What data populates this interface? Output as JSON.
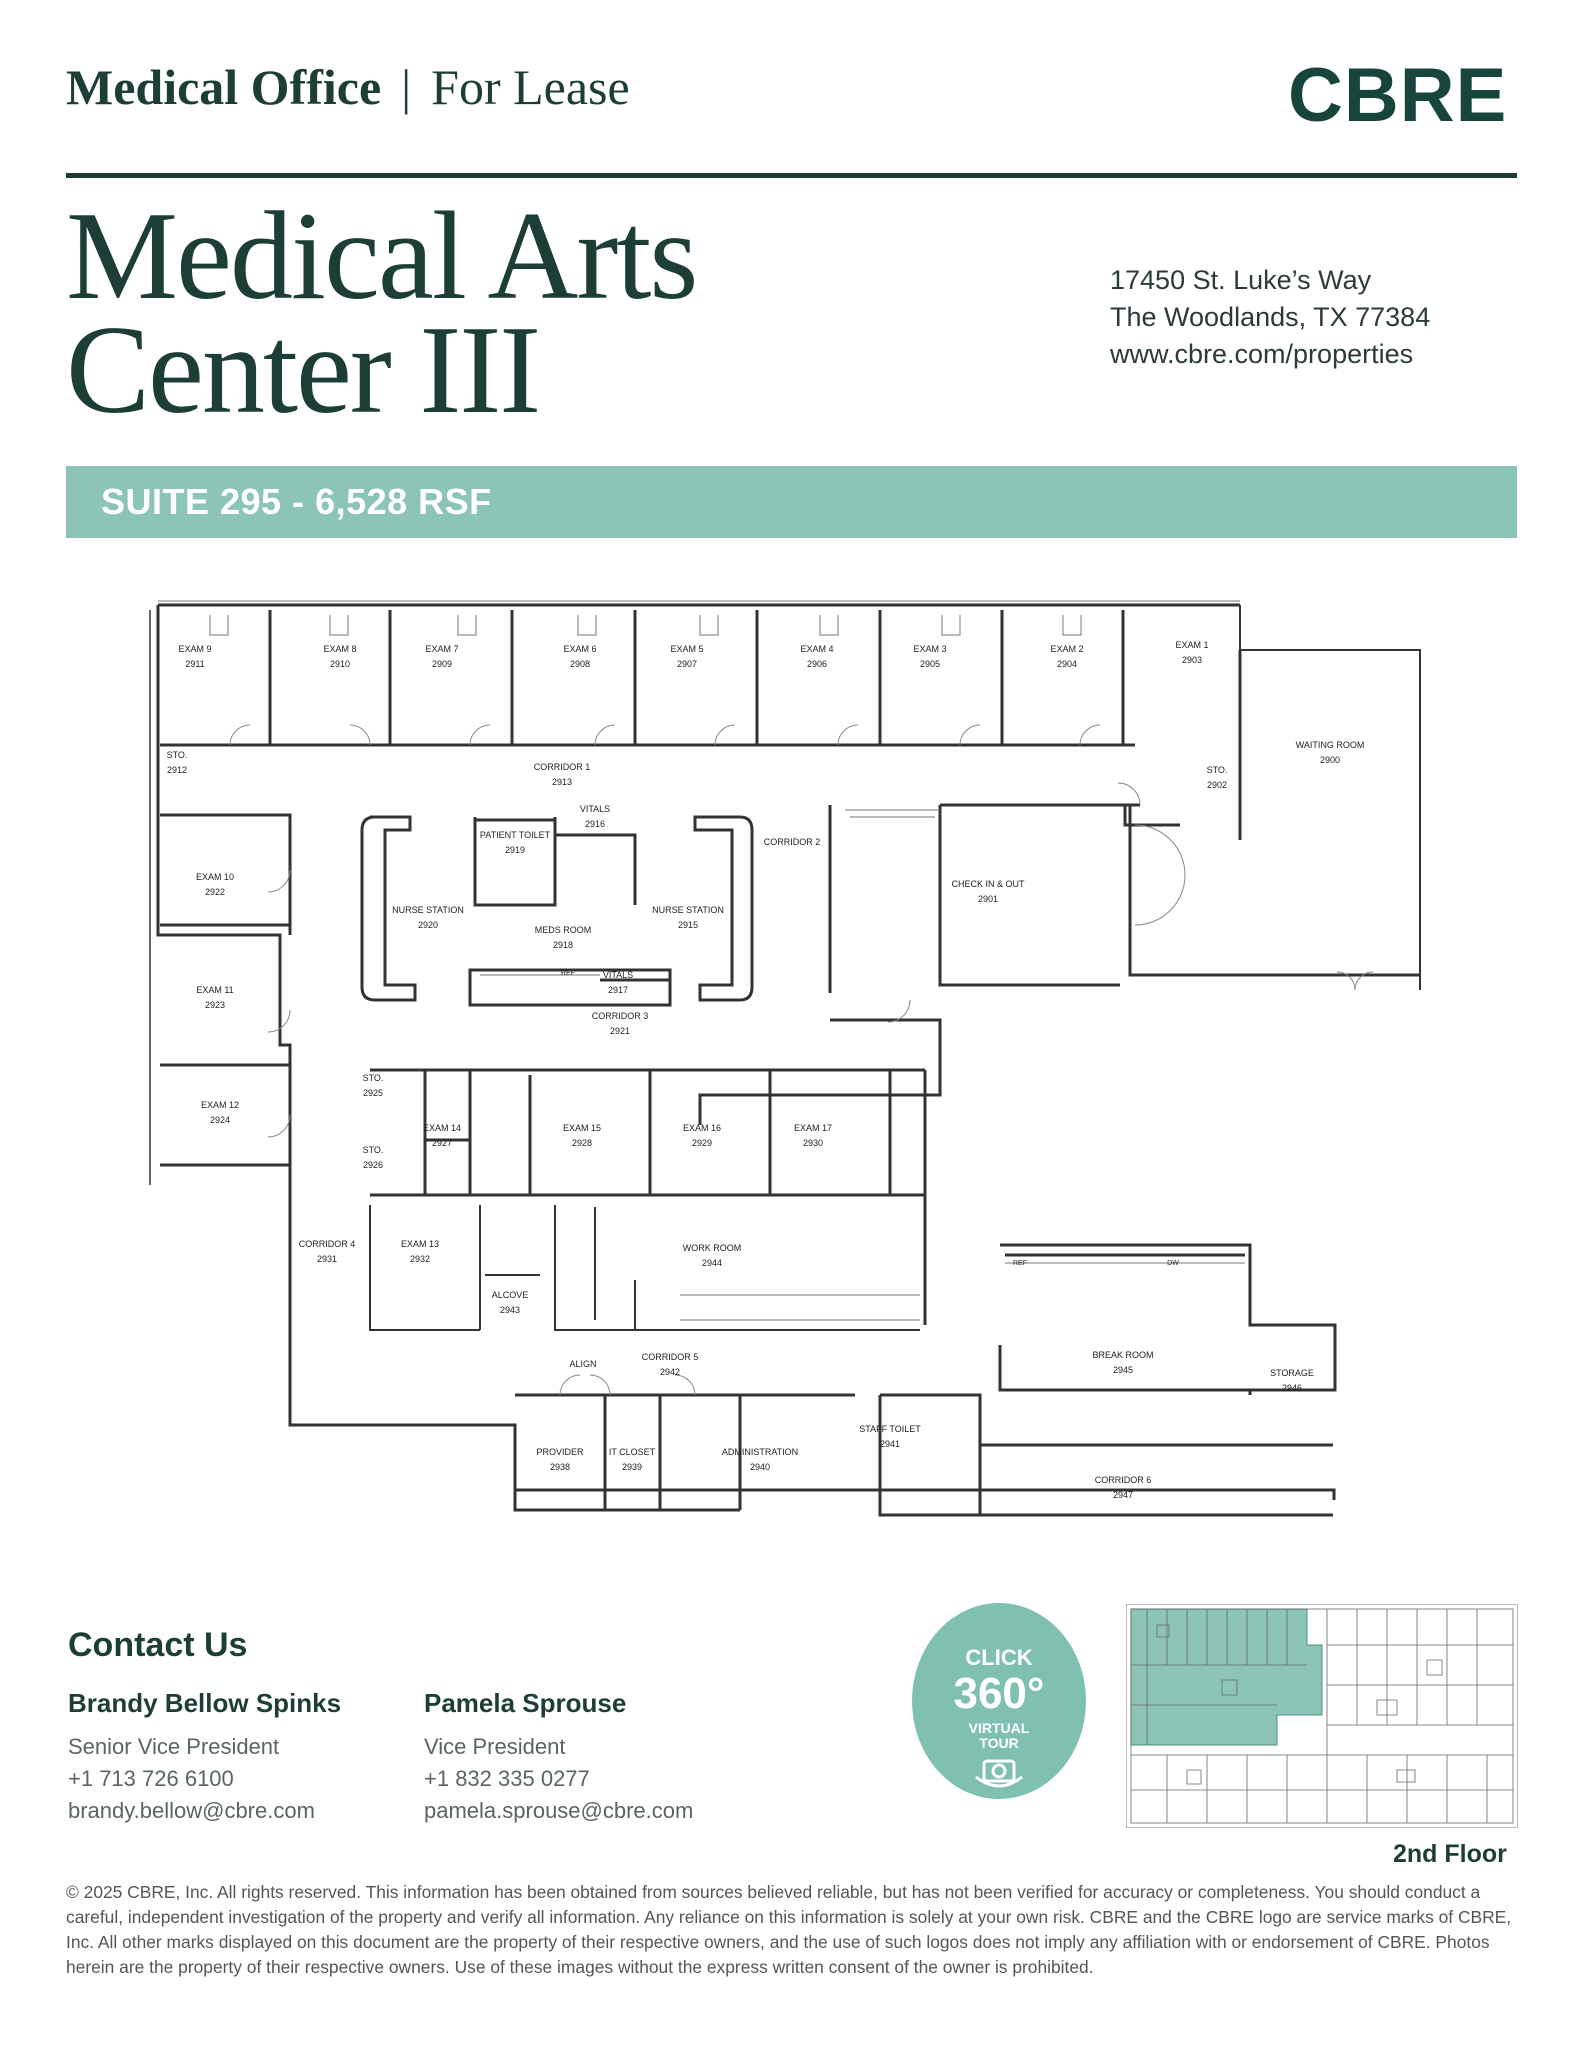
{
  "header": {
    "category": "Medical Office",
    "separator": "|",
    "status": "For Lease",
    "logo": "CBRE"
  },
  "title": {
    "line1": "Medical Arts",
    "line2": "Center III"
  },
  "address": {
    "street": "17450 St. Luke’s Way",
    "city": "The Woodlands, TX 77384",
    "web": "www.cbre.com/properties"
  },
  "suite_band": "SUITE 295 - 6,528 RSF",
  "floorplan": {
    "rooms": [
      {
        "name": "EXAM 9",
        "num": "2911"
      },
      {
        "name": "EXAM 8",
        "num": "2910"
      },
      {
        "name": "EXAM 7",
        "num": "2909"
      },
      {
        "name": "EXAM 6",
        "num": "2908"
      },
      {
        "name": "EXAM 5",
        "num": "2907"
      },
      {
        "name": "EXAM 4",
        "num": "2906"
      },
      {
        "name": "EXAM 3",
        "num": "2905"
      },
      {
        "name": "EXAM 2",
        "num": "2904"
      },
      {
        "name": "EXAM 1",
        "num": "2903"
      },
      {
        "name": "WAITING ROOM",
        "num": "2900"
      },
      {
        "name": "STO.",
        "num": "2912"
      },
      {
        "name": "CORRIDOR 1",
        "num": "2913"
      },
      {
        "name": "STO.",
        "num": "2902"
      },
      {
        "name": "VITALS",
        "num": "2916"
      },
      {
        "name": "PATIENT TOILET",
        "num": "2919"
      },
      {
        "name": "CORRIDOR 2",
        "num": ""
      },
      {
        "name": "EXAM 10",
        "num": "2922"
      },
      {
        "name": "CHECK IN & OUT",
        "num": "2901"
      },
      {
        "name": "NURSE STATION",
        "num": "2920"
      },
      {
        "name": "NURSE STATION",
        "num": "2915"
      },
      {
        "name": "MEDS ROOM",
        "num": "2918"
      },
      {
        "name": "VITALS",
        "num": "2917"
      },
      {
        "name": "EXAM 11",
        "num": "2923"
      },
      {
        "name": "CORRIDOR 3",
        "num": "2921"
      },
      {
        "name": "STO.",
        "num": "2925"
      },
      {
        "name": "EXAM 12",
        "num": "2924"
      },
      {
        "name": "EXAM 14",
        "num": "2927"
      },
      {
        "name": "EXAM 15",
        "num": "2928"
      },
      {
        "name": "EXAM 16",
        "num": "2929"
      },
      {
        "name": "EXAM 17",
        "num": "2930"
      },
      {
        "name": "STO.",
        "num": "2926"
      },
      {
        "name": "CORRIDOR 4",
        "num": "2931"
      },
      {
        "name": "EXAM 13",
        "num": "2932"
      },
      {
        "name": "WORK ROOM",
        "num": "2944"
      },
      {
        "name": "ALCOVE",
        "num": "2943"
      },
      {
        "name": "BREAK ROOM",
        "num": "2945"
      },
      {
        "name": "STORAGE",
        "num": "2946"
      },
      {
        "name": "CORRIDOR 5",
        "num": "2942"
      },
      {
        "name": "STAFF TOILET",
        "num": "2941"
      },
      {
        "name": "PROVIDER",
        "num": "2938"
      },
      {
        "name": "IT CLOSET",
        "num": "2939"
      },
      {
        "name": "ADMINISTRATION",
        "num": "2940"
      },
      {
        "name": "CORRIDOR 6",
        "num": "2947"
      }
    ],
    "notes": {
      "align": "ALIGN",
      "ref": "REF",
      "dw": "DW"
    }
  },
  "contact": {
    "heading": "Contact Us",
    "people": [
      {
        "name": "Brandy Bellow Spinks",
        "title": "Senior Vice President",
        "phone": "+1 713 726 6100",
        "email": "brandy.bellow@cbre.com"
      },
      {
        "name": "Pamela Sprouse",
        "title": "Vice President",
        "phone": "+1 832 335 0277",
        "email": "pamela.sprouse@cbre.com"
      }
    ]
  },
  "tour_badge": {
    "line1": "CLICK",
    "line2": "360°",
    "line3": "VIRTUAL",
    "line4": "TOUR",
    "icon": "camera-360-icon"
  },
  "keyplan": {
    "label": "2nd  Floor",
    "highlight_color": "#8cc5b7"
  },
  "disclaimer": "© 2025 CBRE, Inc. All rights reserved. This information has been obtained from sources believed reliable, but has not been verified for accuracy or completeness. You should conduct a careful, independent investigation of the property and verify all information. Any reliance on this information is solely at your own risk. CBRE and the CBRE logo are service marks of CBRE, Inc. All other marks displayed on this document are the property of their respective owners, and the use of such logos does not imply any affiliation with or endorsement of CBRE. Photos herein are the property of their respective owners. Use of these images without the express written consent of the owner is prohibited.",
  "colors": {
    "brand_dark": "#1d3e36",
    "accent": "#8cc5b7"
  }
}
